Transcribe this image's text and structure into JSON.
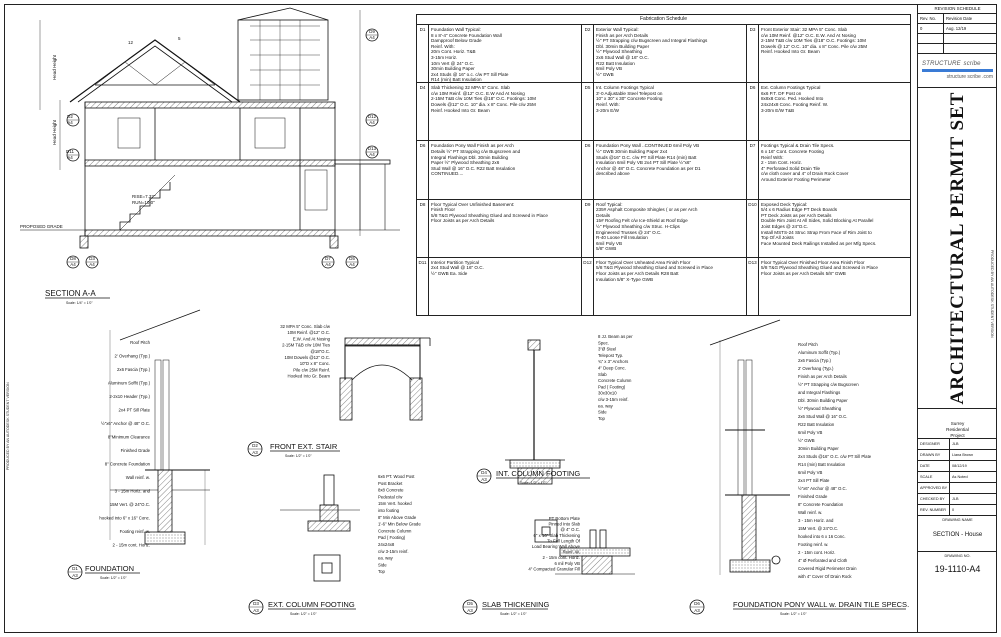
{
  "schedule": {
    "title": "Fabrication Schedule",
    "rows": [
      [
        {
          "id": "D1",
          "text": "Foundation Wall Typical:\n8 x 8'-4\" Concrete Foundation Wall\nDampproof Below Grade\nReinf. With:\n20m Cont. Horiz. T&B\n3-15m Horiz.\n10m Vert @ 24\" O.C.\n30min Building Paper\n2x4 Studs @ 16\" o.c. c/w PT Sill Plate\nR14 (min) Batt Insulation\n6mil Poly VB"
        },
        {
          "id": "D2",
          "text": "Exterior Wall Typical:\nFinish as per Arch Details\n½\" PT Strapping c/w Bugscreen and Integral Flashings\nDbl. 30min Building Paper\n½\" Plywood Sheathing\n2x6 Stud Wall @ 16\" O.C.\nR22 Batt Insulation\n6mil Poly VB\n½\" GWB"
        },
        {
          "id": "D3",
          "text": "Front Exterior Stair:    32 MPA 5\" Conc. Slab\nc/w 10M Reinf. @12\" O.C. E.W. And At Nosing\n2-15M T&B c/w 10M Ties @18\" O.C.   Footings:   10M\nDowels @ 12\" O.C.    10\" dia. x 8\" Conc. Pile c/w 25M\nReinf. Hooked Into Gr. Beam"
        }
      ],
      [
        {
          "id": "D4",
          "text": "Slab Thickening          32 MPA 5\" Conc. Slab\nc/w 10M Reinf. @12\" O.C. E.W And At Nosing\n2-15M T&B c/w 10M Ties @18\" O.C.   Footings: 10M\nDowels @12\" O.C.    10\" dia. x 8\" Conc. Pile c/w 25M\nReinf. Hooked Into Gr. Beam"
        },
        {
          "id": "D5",
          "text": "Int. Column Footings Typical\n3'-0 Adjustable Steel Telepost on\n10\" x 30\" x 30\" Concrete Footing\nReinf. With:\n3-20m E/W"
        },
        {
          "id": "D6",
          "text": "Ext. Column Footings Typical\n6x6 P.T. DF Post on\n8x8x8 Conc. Ped. Hooked Into\n24x24x8 Conc. Footing Reinf. W.\n3-20m E/W T&B"
        }
      ],
      [
        {
          "id": "D6",
          "text": "Foundation Pony Wall          Finish as per Arch\nDetails      ½\" PT Strapping c/w Bugscreen and\nIntegral Flashings          Dbl. 30min Building\nPaper         ½\" Plywood Sheathing          2x6\nStud Wall @ 16\" O.C.          R22 Batt Insulation\nCONTINUED...."
        },
        {
          "id": "D6",
          "text": "Foundation Pony Wall  ..CONTINUED    6mil Poly VB\n½\" GWB          30min Building Paper          2x4\nStuds @16\" O.C. c/w PT Sill Plate   R14 (min) Batt\nInsulation   6mil Poly VB   2x4 PT Sill Plate   ½\"x6\"\nAnchor @ 48\" O.C.   Concrete Foundation as per D1\ndescribed above"
        },
        {
          "id": "D7",
          "text": "Footings Typical & Drain Tile Specs.\n6 x 16\" Cont. Concrete Footing\nReinf With:\n2 - 15m Cont. Horiz.\n4\" Perforated Solid Drain Tile\nc/w cloth cover and 4\" of Drain Rock Cover\nAround Exterior Footing Perimeter"
        }
      ],
      [
        {
          "id": "D8",
          "text": "Floor Typical Over Unfinished Basement:\nFinish Floor\n5/8 T&G Plywood Sheathing Glued and Screwed in Place\nFloor Joists as per Arch Details"
        },
        {
          "id": "D9",
          "text": "Roof Typical:\n235# Asphalt Composite Shingles ( or as per Arch\nDetails\n15# Roofing Felt c/w Ice-Shield at Roof Edge\n½\" Plywood Sheathing c/w Struc. H-Clips\nEngineered Trusses @ 24\" O.C.\nR-40 Loose Fill Insulation\n6mil Poly VB\n5/8\" GWB"
        },
        {
          "id": "D10",
          "text": "Exposed Deck Typical:\n5/4 x 6 Radius Edge PT Deck Boards\nPT Deck Joists as per Arch Details\nDouble Rim Joist At All Sides, Solid Blocking At Parallel\nJoist Edges @ 24\"O.C.\nInstall MSTS-24 Struc Strap From Face of Rim Joist to\nTop Of All Joists\nFace Mounted Deck Railings Installed as per Mfg Specs."
        }
      ],
      [
        {
          "id": "D11",
          "text": "Interior Partition Typical\n2x4 Stud Wall @ 16\" O.C.\n½\" GWB Ea. Side"
        },
        {
          "id": "D12",
          "text": "Floor Typical Over Unheated Area      Finish Floor\n5/8 T&G Plywood Sheathing Glued and Screwed in Place\nFloor Joists as per Arch Details          R28 Batt\nInsulation    5/8\" X-Type GWB"
        },
        {
          "id": "D13",
          "text": "Floor Typical Over Finished Floor Area      Finish Floor\n5/8 T&G Plywood Sheathing Glued and Screwed in Place\nFloor Joists as per Arch Details    5/8\" GWB"
        }
      ]
    ]
  },
  "titleblock": {
    "revision_title": "REVISION SCHEDULE",
    "rev_no_label": "Rev. No.",
    "rev_date_label": "Revision Date",
    "rev_no": "0",
    "rev_date": "Aug. 12/19",
    "logo_mark": "STRUCTURE",
    "logo_sub": "scribe",
    "logo_url": "structure scribe .com",
    "permit_title": "ARCHITECTURAL PERMIT SET",
    "project_city": "Surrey",
    "project_type": "Residential",
    "project_word": "Project",
    "designer_label": "DESIGNER",
    "designer": "JLB",
    "drawn_by_label": "DRAWN BY",
    "drawn_by": "Liana Brown",
    "date_label": "DATE",
    "date": "08/12/19",
    "scale_label": "SCALE",
    "scale": "As Noted",
    "approved_label": "APPROVED BY",
    "approved": "",
    "checked_label": "CHECKED BY",
    "checked": "JLB",
    "rev_number_label": "REV. NUMBER",
    "rev_number": "0",
    "drawing_name_label": "DRAWING NAME",
    "drawing_name": "SECTION - House",
    "drawing_no_label": "DRAWING NO.",
    "drawing_no": "19-1110-A4"
  },
  "side_text": "PRODUCED BY AN AUTODESK STUDENT VERSION",
  "views": {
    "section_aa": {
      "title": "SECTION A-A",
      "scale": "Scale: 1/4\" = 1'0\""
    },
    "front_stair": {
      "title": "FRONT EXT. STAIR",
      "num": "D2",
      "sheet": "A3",
      "scale": "Scale: 1/2\" = 1'0\""
    },
    "foundation": {
      "title": "FOUNDATION",
      "num": "D1",
      "sheet": "A3",
      "scale": "Scale: 1/2\" = 1'0\""
    },
    "int_col": {
      "title": "INT. COLUMN FOOTING",
      "num": "D4",
      "sheet": "A3",
      "scale": "Scale: 1/2\" = 1'0\""
    },
    "ext_col": {
      "title": "EXT. COLUMN FOOTING",
      "num": "D3",
      "sheet": "A3",
      "scale": "Scale: 1/2\" = 1'0\""
    },
    "slab": {
      "title": "SLAB THICKENING",
      "num": "D5",
      "sheet": "A3",
      "scale": "Scale: 1/2\" = 1'0\""
    },
    "pony": {
      "title": "FOUNDATION PONY WALL w. DRAIN TILE SPECS.",
      "num": "D6",
      "sheet": "A3",
      "scale": "Scale: 1/2\" = 1'0\""
    }
  },
  "section_labels": {
    "head_height_1": "Head Height",
    "head_height_2": "Head Height",
    "rise": "RISE=7.37\"",
    "run": "RUN=10.0\"",
    "proposed_grade": "PROPOSED\nGRADE",
    "slope_12": "12",
    "slope_5": "5"
  },
  "foundation_labels": [
    "Roof Pitch",
    "2' Overhang (Typ.)",
    "2x6 Fascia (Typ.)",
    "Aluminum Soffit (Typ.)",
    "2-2x10 Header (Typ.)",
    "2x4 PT Sill Plate",
    "½\"x6\" Anchor @ 48\" O.C.",
    "8\"Minimum Clearance",
    "Finished Grade",
    "8\" Concrete Foundation",
    "Wall reinf. w.",
    "3 - 15m Horiz. and",
    "15M Vert. @ 24\"O.C.",
    "hooked into 6\" x 16\" Conc.",
    "Footing reinf. w.",
    "2 - 15m cont. Horiz."
  ],
  "stair_labels": [
    "32 MPA 5\" Conc. Slab c/w",
    "10M Reinf. @12\" O.C.",
    "E.W. And At Nosing",
    "2-15M T&B c/w 10M Ties",
    "@18\"O.C.",
    "10M Dowels @12\" O.C.",
    "10\"D x 8\" Conc.",
    "Pile c/w 25M Reinf.",
    "Hooked Into Gr. Beam"
  ],
  "int_col_labels": [
    "8 JJ. Beam as per",
    "Spec.",
    "3\"Ø Steel",
    "Telepost Typ.",
    "¾\" x 3\" Anchors",
    "4\" Deep Conc.",
    "Slab",
    "Concrete Column",
    "Pad ( Footing)",
    "30x30x10",
    "c/w 3-15m reinf.",
    "ea. way",
    "Side",
    "Top"
  ],
  "ext_col_labels": [
    "6x6 PT. Wood Post",
    "Post Bracket",
    "8x8 Concrete",
    "Pedestal c/w",
    "15m Vert. hooked",
    "into footing",
    "8\" Min Above Grade",
    "1'-6\" Min Below Grade",
    "Concrete Column",
    "Pad ( Footing)",
    "24x24x8",
    "c/w 3-15m reinf.",
    "ea. way",
    "Side",
    "Top"
  ],
  "slab_labels": [
    "PT Bottom Plate",
    "Pinned Into Slab",
    "@ 4\" O.C.",
    "6\" x 16\" Slab Thickening",
    "To Full Length Of",
    "Load Bearing Wall Above",
    "Reinf. W.",
    "2 - 15m cont. Horiz.",
    "6 mil Poly VB",
    "4\" Compacted Granular Fill"
  ],
  "pony_labels": [
    "Roof Pitch",
    "Aluminum Soffit (Typ.)",
    "2x6 Fascia (Typ.)",
    "2' Overhang (Typ.)",
    "Finish as per Arch Details",
    "½\" PT Strapping c/w Bugscreen",
    "and Integral Flashings",
    "Dbl. 30min Building Paper",
    "½\" Plywood Sheathing",
    "2x6 Stud Wall @ 16\" O.C.",
    "R22 Batt Insulation",
    "6mil Poly VB",
    "½\" GWB",
    "30min Building Paper",
    "2x4 Studs @16\" O.C. c/w PT Sill Plate",
    "R14 (min) Batt Insulation",
    "6mil Poly VB",
    "2x4 PT Sill Plate",
    "½\"x6\" Anchor @ 48\" O.C.",
    "Finished Grade",
    "8\" Concrete Foundation",
    "Wall reinf. w.",
    "3 - 15m Horiz. and",
    "15M Vert. @ 24\"O.C.",
    "hooked into 6 x 16 Conc.",
    "Footing reinf. w.",
    "2 - 15m cont. Horiz.",
    "4\" Ø Perforated and Cloth",
    "Covered Rigid Perimeter Drain",
    "with 4\" Cover Of Drain Rock"
  ],
  "tags": {
    "D1": "D1",
    "D2": "D2",
    "D3": "D3",
    "D4": "D4",
    "D5": "D5",
    "D6": "D6",
    "D7": "D7",
    "D8": "D8",
    "D9": "D9",
    "D10": "D10",
    "D11": "D11",
    "D12": "D12",
    "D13": "D13",
    "A4": "A4",
    "A3": "A3"
  }
}
